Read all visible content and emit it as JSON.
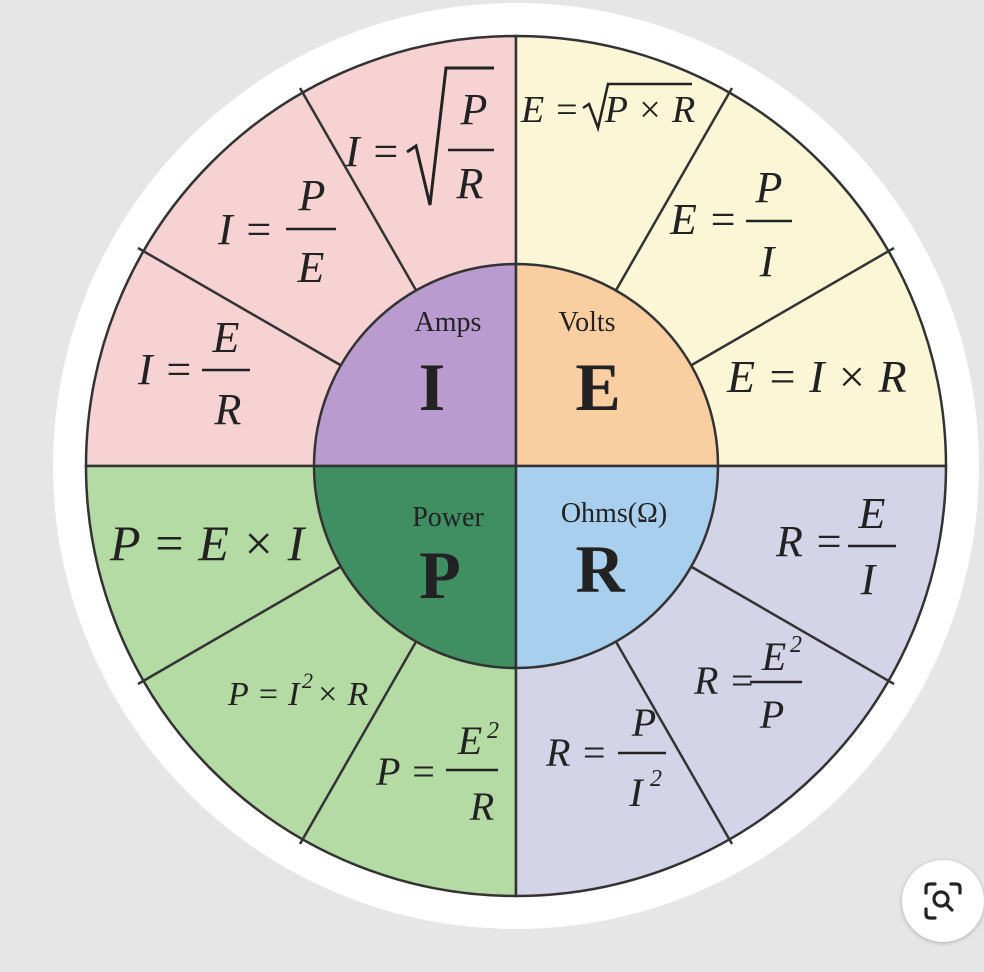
{
  "colors": {
    "current": "#f6d2d3",
    "voltage": "#faf6d6",
    "power": "#b4dba3",
    "resistance": "#d4d4e8",
    "center_current": "#b99bd0",
    "center_voltage": "#f9cfa2",
    "center_power": "#3f8f63",
    "center_resistance": "#a8cfee",
    "stroke": "#333333"
  },
  "center": {
    "current": {
      "name": "Amps",
      "symbol": "I"
    },
    "voltage": {
      "name": "Volts",
      "symbol": "E"
    },
    "power": {
      "name": "Power",
      "symbol": "P"
    },
    "resistance": {
      "name": "Ohms(Ω)",
      "symbol": "R"
    }
  },
  "formulas": {
    "current": {
      "sqrt": {
        "lhs": "I =",
        "num": "P",
        "den": "R"
      },
      "p_over_e": {
        "lhs": "I =",
        "num": "P",
        "den": "E"
      },
      "e_over_r": {
        "lhs": "I =",
        "num": "E",
        "den": "R"
      }
    },
    "voltage": {
      "sqrt": {
        "lhs": "E =",
        "body": "P × R"
      },
      "p_over_i": {
        "lhs": "E =",
        "num": "P",
        "den": "I"
      },
      "i_times_r": {
        "text": "E = I × R"
      }
    },
    "power": {
      "e_times_i": {
        "text": "P = E × I"
      },
      "i2_times_r": {
        "lhs": "P = I",
        "sup": "2",
        "rest": "× R"
      },
      "e2_over_r": {
        "lhs": "P =",
        "num": "E",
        "sup": "2",
        "den": "R"
      }
    },
    "resistance": {
      "e_over_i": {
        "lhs": "R =",
        "num": "E",
        "den": "I"
      },
      "e2_over_p": {
        "lhs": "R =",
        "num": "E",
        "sup": "2",
        "den": "P"
      },
      "p_over_i2": {
        "lhs": "R =",
        "num": "P",
        "den": "I",
        "sup": "2"
      }
    }
  },
  "icons": {
    "lens": "visual-search-icon"
  }
}
